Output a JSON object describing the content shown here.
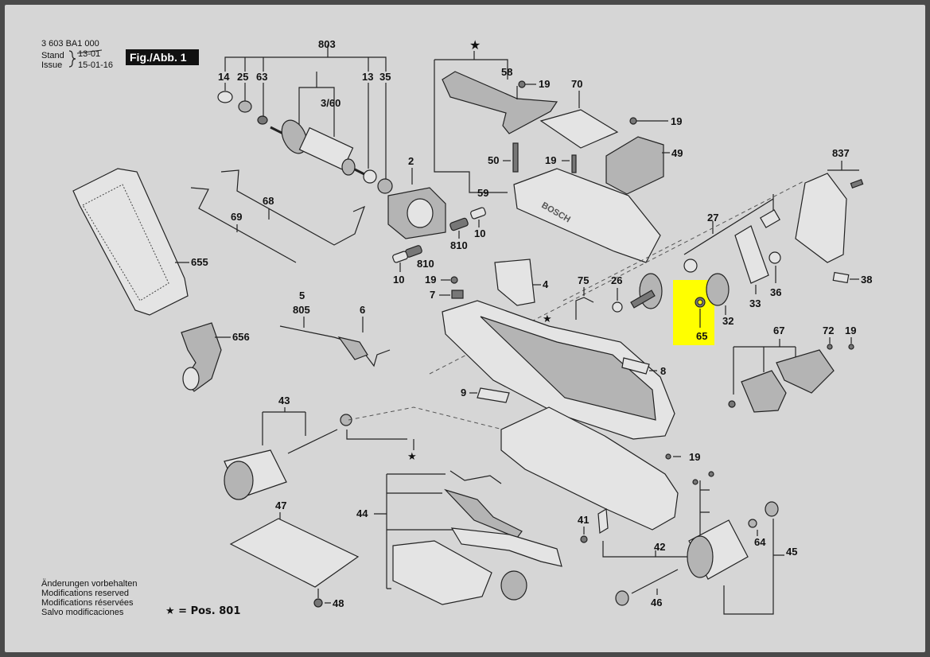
{
  "header": {
    "doc_number": "3 603 BA1 000",
    "stand_label": "Stand",
    "issue_label": "Issue",
    "old_date": "13-01",
    "new_date": "15-01-16",
    "figure_label": "Fig./Abb. 1"
  },
  "footer": {
    "notes": [
      "Änderungen vorbehalten",
      "Modifications reserved",
      "Modifications réservées",
      "Salvo modificaciones"
    ],
    "legend": "★ = Pos. 801"
  },
  "star": "★",
  "labels": {
    "p803": "803",
    "p14": "14",
    "p25": "25",
    "p63": "63",
    "p13": "13",
    "p35": "35",
    "p3_60": "3/60",
    "p2": "2",
    "p68": "68",
    "p69": "69",
    "p655": "655",
    "p656": "656",
    "p810a": "810",
    "p10a": "10",
    "p810b": "810",
    "p10b": "10",
    "p58": "58",
    "p19a": "19",
    "p70": "70",
    "p19b": "19",
    "p49": "49",
    "p50": "50",
    "p19c": "19",
    "p59": "59",
    "p837": "837",
    "p27": "27",
    "p4": "4",
    "p19d": "19",
    "p7": "7",
    "p75": "75",
    "p26": "26",
    "p5": "5",
    "p805": "805",
    "p6": "6",
    "p36": "36",
    "p33": "33",
    "p32": "32",
    "p65": "65",
    "p38": "38",
    "p67": "67",
    "p72": "72",
    "p19e": "19",
    "p8": "8",
    "p9": "9",
    "p43": "43",
    "p19f": "19",
    "p47": "47",
    "p44": "44",
    "p41": "41",
    "p42": "42",
    "p64": "64",
    "p45": "45",
    "p46": "46",
    "p48": "48"
  },
  "highlight": {
    "part": "65",
    "color": "#ffff00"
  }
}
